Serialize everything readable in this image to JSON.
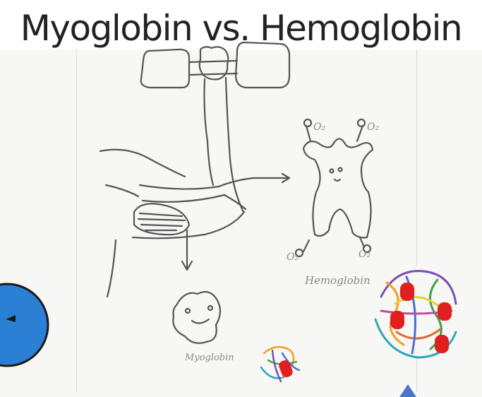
{
  "slide": {
    "title": "Myoglobin vs. Hemoglobin"
  },
  "diagram": {
    "labels": {
      "hemoglobin": "Hemoglobin",
      "myoglobin": "Myoglobin",
      "o2_top_left": "O₂",
      "o2_top_right": "O₂",
      "o2_bottom_left": "O₂",
      "o2_bottom_right": "O₂"
    }
  },
  "colors": {
    "ink": "#555555",
    "heme": "#e02020",
    "arrow_blue": "#4a78c8",
    "blue_disc": "#2b7fd4"
  },
  "icons": [
    "dumbbell-icon",
    "arrow-up-icon"
  ]
}
